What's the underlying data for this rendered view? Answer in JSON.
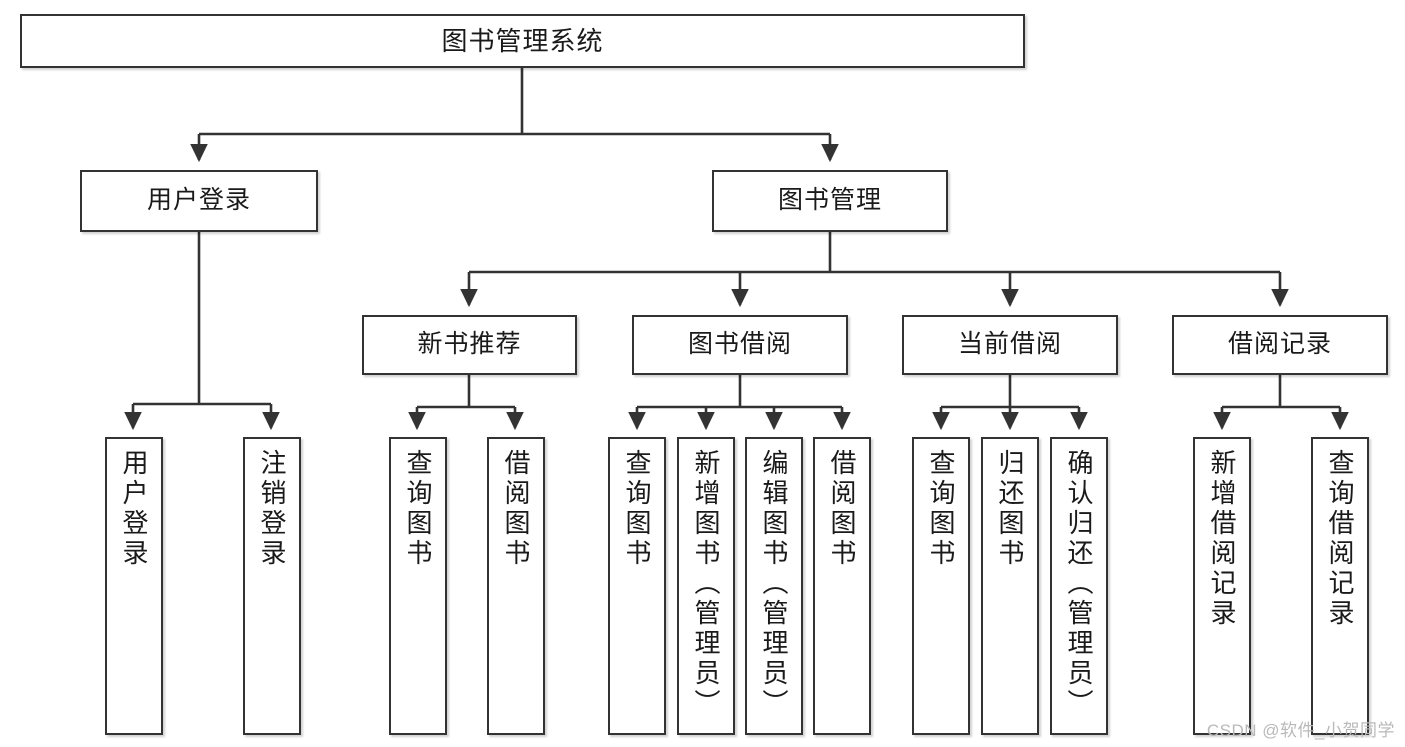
{
  "diagram": {
    "title": "图书管理系统",
    "type": "tree-hierarchy",
    "root": {
      "label": "图书管理系统"
    },
    "level1": [
      {
        "label": "用户登录"
      },
      {
        "label": "图书管理"
      }
    ],
    "level2": [
      {
        "label": "新书推荐"
      },
      {
        "label": "图书借阅"
      },
      {
        "label": "当前借阅"
      },
      {
        "label": "借阅记录"
      }
    ],
    "leaves": {
      "user_login": [
        {
          "label": "用户登录"
        },
        {
          "label": "注销登录"
        }
      ],
      "new_book_recommend": [
        {
          "label": "查询图书"
        },
        {
          "label": "借阅图书"
        }
      ],
      "book_borrow": [
        {
          "label": "查询图书"
        },
        {
          "label": "新增图书（管理员）"
        },
        {
          "label": "编辑图书（管理员）"
        },
        {
          "label": "借阅图书"
        }
      ],
      "current_borrow": [
        {
          "label": "查询图书"
        },
        {
          "label": "归还图书"
        },
        {
          "label": "确认归还（管理员）"
        }
      ],
      "borrow_record": [
        {
          "label": "新增借阅记录"
        },
        {
          "label": "查询借阅记录"
        }
      ]
    }
  },
  "watermark": {
    "text": "CSDN @软件_小贺同学"
  },
  "colors": {
    "stroke": "#333333",
    "background": "#ffffff",
    "text": "#1a1a1a",
    "watermark": "#b9b9b9"
  }
}
